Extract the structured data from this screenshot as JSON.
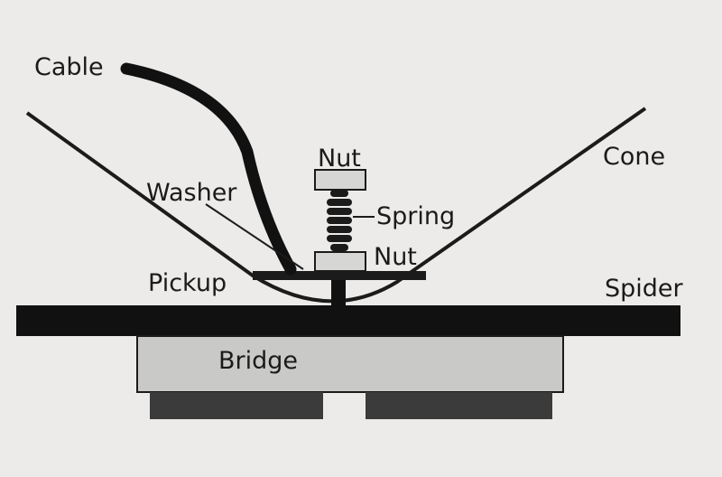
{
  "labels": {
    "cable": "Cable",
    "washer": "Washer",
    "nut_top": "Nut",
    "spring": "Spring",
    "nut_lower": "Nut",
    "cone": "Cone",
    "pickup": "Pickup",
    "spider": "Spider",
    "bridge": "Bridge"
  },
  "colors": {
    "paper": "#ecebe9",
    "ink": "#1b1b1b",
    "bridge_fill": "#c9c9c7",
    "nut_fill": "#d6d6d4",
    "foot_fill": "#3b3b3b"
  }
}
